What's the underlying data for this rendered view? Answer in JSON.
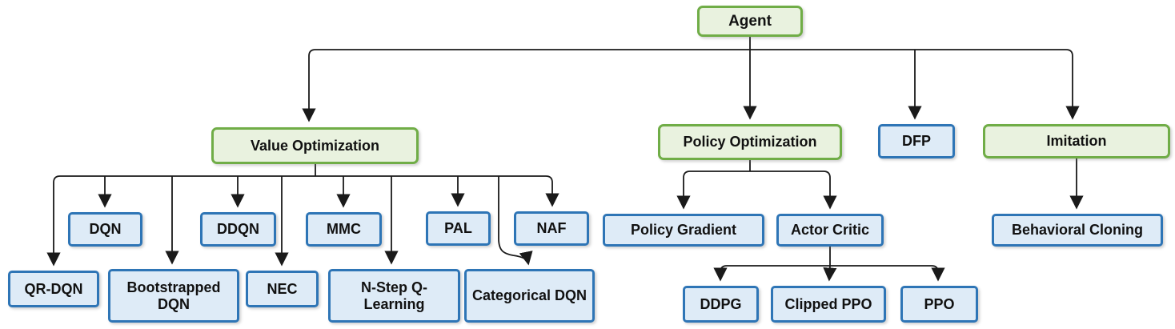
{
  "diagram": {
    "type": "tree",
    "root": "agent",
    "colors": {
      "category_border": "#70AD47",
      "category_fill": "#E9F2DF",
      "leaf_border": "#2E75B6",
      "leaf_fill": "#DEEBF7",
      "connector": "#1A1A1A",
      "text": "#111111"
    },
    "nodes": [
      {
        "id": "agent",
        "label": "Agent",
        "style": "category-green"
      },
      {
        "id": "value-optimization",
        "label": "Value Optimization",
        "style": "category-green"
      },
      {
        "id": "policy-optimization",
        "label": "Policy Optimization",
        "style": "category-green"
      },
      {
        "id": "dfp",
        "label": "DFP",
        "style": "leaf-blue"
      },
      {
        "id": "imitation",
        "label": "Imitation",
        "style": "category-green"
      },
      {
        "id": "dqn",
        "label": "DQN",
        "style": "leaf-blue"
      },
      {
        "id": "ddqn",
        "label": "DDQN",
        "style": "leaf-blue"
      },
      {
        "id": "mmc",
        "label": "MMC",
        "style": "leaf-blue"
      },
      {
        "id": "pal",
        "label": "PAL",
        "style": "leaf-blue"
      },
      {
        "id": "naf",
        "label": "NAF",
        "style": "leaf-blue"
      },
      {
        "id": "qr-dqn",
        "label": "QR-DQN",
        "style": "leaf-blue"
      },
      {
        "id": "bootstrapped-dqn",
        "label": "Bootstrapped DQN",
        "style": "leaf-blue"
      },
      {
        "id": "nec",
        "label": "NEC",
        "style": "leaf-blue"
      },
      {
        "id": "n-step-q-learning",
        "label": "N-Step Q-Learning",
        "style": "leaf-blue"
      },
      {
        "id": "categorical-dqn",
        "label": "Categorical DQN",
        "style": "leaf-blue"
      },
      {
        "id": "policy-gradient",
        "label": "Policy Gradient",
        "style": "leaf-blue"
      },
      {
        "id": "actor-critic",
        "label": "Actor Critic",
        "style": "leaf-blue"
      },
      {
        "id": "ddpg",
        "label": "DDPG",
        "style": "leaf-blue"
      },
      {
        "id": "clipped-ppo",
        "label": "Clipped PPO",
        "style": "leaf-blue"
      },
      {
        "id": "ppo",
        "label": "PPO",
        "style": "leaf-blue"
      },
      {
        "id": "behavioral-cloning",
        "label": "Behavioral Cloning",
        "style": "leaf-blue"
      }
    ],
    "edges": [
      {
        "from": "agent",
        "to": "value-optimization"
      },
      {
        "from": "agent",
        "to": "policy-optimization"
      },
      {
        "from": "agent",
        "to": "dfp"
      },
      {
        "from": "agent",
        "to": "imitation"
      },
      {
        "from": "value-optimization",
        "to": "qr-dqn"
      },
      {
        "from": "value-optimization",
        "to": "dqn"
      },
      {
        "from": "value-optimization",
        "to": "bootstrapped-dqn"
      },
      {
        "from": "value-optimization",
        "to": "ddqn"
      },
      {
        "from": "value-optimization",
        "to": "nec"
      },
      {
        "from": "value-optimization",
        "to": "mmc"
      },
      {
        "from": "value-optimization",
        "to": "n-step-q-learning"
      },
      {
        "from": "value-optimization",
        "to": "pal"
      },
      {
        "from": "value-optimization",
        "to": "categorical-dqn"
      },
      {
        "from": "value-optimization",
        "to": "naf"
      },
      {
        "from": "policy-optimization",
        "to": "policy-gradient"
      },
      {
        "from": "policy-optimization",
        "to": "actor-critic"
      },
      {
        "from": "actor-critic",
        "to": "ddpg"
      },
      {
        "from": "actor-critic",
        "to": "clipped-ppo"
      },
      {
        "from": "actor-critic",
        "to": "ppo"
      },
      {
        "from": "imitation",
        "to": "behavioral-cloning"
      }
    ]
  }
}
